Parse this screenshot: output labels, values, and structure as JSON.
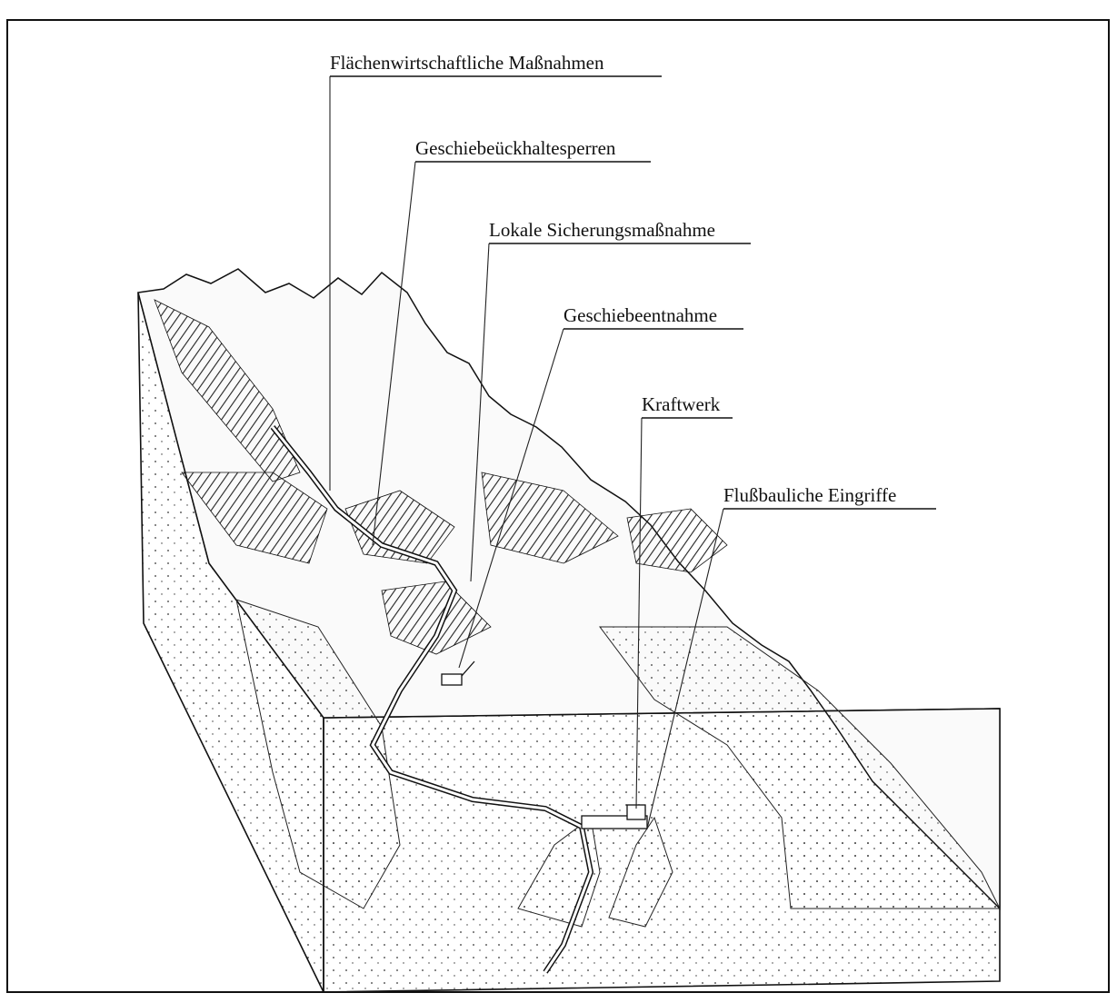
{
  "labels": {
    "flaechen": "Flächenwirtschaftliche Maßnahmen",
    "geschiebesperren": "Geschiebeückhaltesperren",
    "lokale": "Lokale Sicherungsmaßnahme",
    "entnahme": "Geschiebeentnahme",
    "kraftwerk": "Kraftwerk",
    "flussbau": "Flußbauliche Eingriffe"
  }
}
